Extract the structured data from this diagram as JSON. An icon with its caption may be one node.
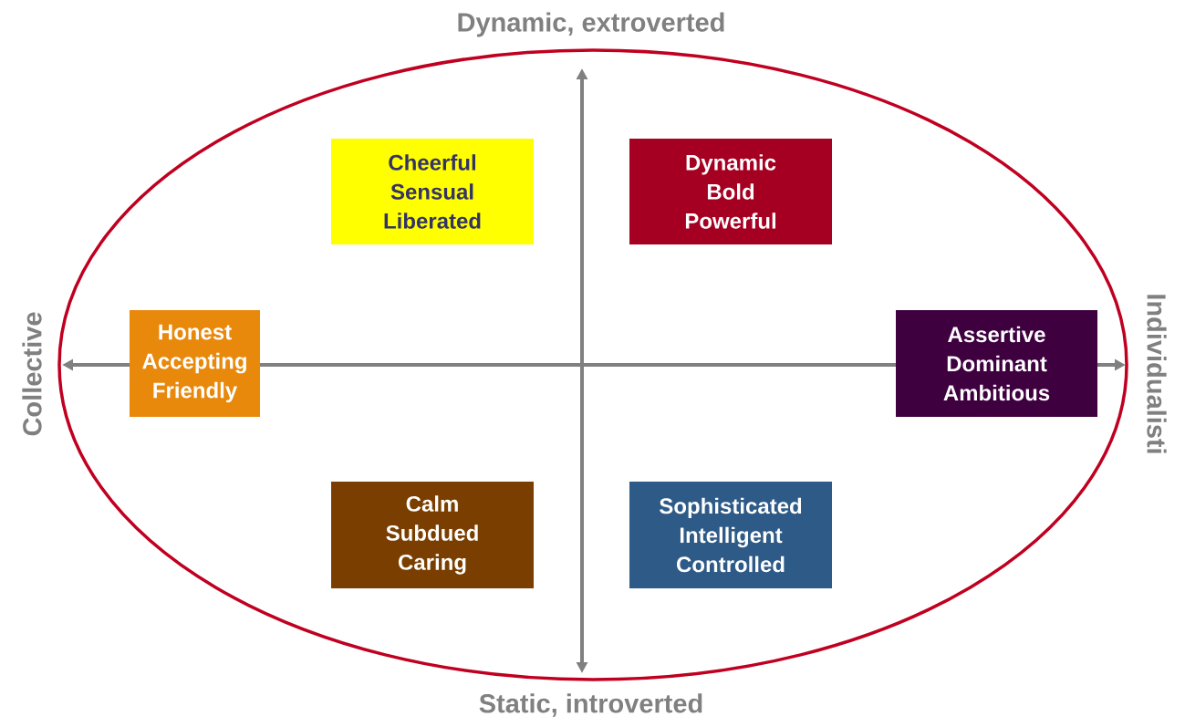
{
  "diagram": {
    "nodes": [
      {
        "text": [
          "Cheerful",
          "Sensual",
          "Liberated"
        ]
      },
      {
        "text": [
          "Dynamic",
          "Bold",
          "Powerful"
        ]
      },
      {
        "text": [
          "Honest",
          "Accepting",
          "Friendly"
        ]
      },
      {
        "text": [
          "Assertive",
          "Dominant",
          "Ambitious"
        ]
      },
      {
        "text": [
          "Calm",
          "Subdued",
          "Caring"
        ]
      },
      {
        "text": [
          "Sophisticated",
          "Intelligent",
          "Controlled"
        ]
      }
    ],
    "labels": [
      "Dynamic, extroverted",
      "Collective",
      "Individualisti",
      "Static, introverted"
    ]
  }
}
